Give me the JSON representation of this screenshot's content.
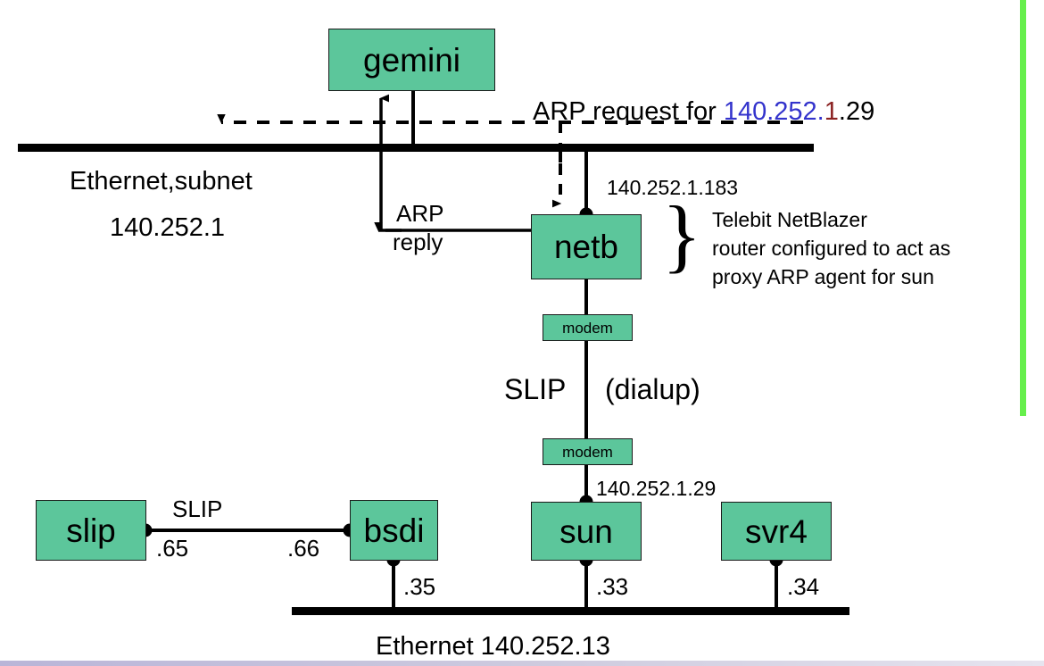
{
  "diagram": {
    "title_implied": "Proxy ARP network topology",
    "colors": {
      "host_fill": "#5cc69b",
      "line": "#000000",
      "accent_blue": "#3333cc",
      "accent_darkred": "#8b2222",
      "green_rule": "#66ef4c",
      "bottom_band": "#b9b5d8"
    },
    "hosts": [
      {
        "id": "gemini",
        "label": "gemini"
      },
      {
        "id": "netb",
        "label": "netb"
      },
      {
        "id": "slip",
        "label": "slip"
      },
      {
        "id": "bsdi",
        "label": "bsdi"
      },
      {
        "id": "sun",
        "label": "sun"
      },
      {
        "id": "svr4",
        "label": "svr4"
      }
    ],
    "modems": [
      {
        "id": "modem-top",
        "label": "modem"
      },
      {
        "id": "modem-bottom",
        "label": "modem"
      }
    ],
    "messages": {
      "arp_request": {
        "prefix": "ARP request for ",
        "ip_blue": "140.252.",
        "ip_darkred": "1",
        "ip_black": ".29"
      },
      "arp_reply_line1": "ARP",
      "arp_reply_line2": "reply"
    },
    "networks": {
      "top_bus_line1": "Ethernet,subnet",
      "top_bus_line2": "140.252.1",
      "bottom_bus_label": "Ethernet 140.252.13"
    },
    "link_labels": {
      "slip_link": "SLIP",
      "slip_dialup_left": "SLIP",
      "slip_dialup_right": "(dialup)"
    },
    "addresses": {
      "netb_top": "140.252.1.183",
      "sun_top": "140.252.1.29",
      "slip_port": ".65",
      "bsdi_slip_port": ".66",
      "bsdi_eth": ".35",
      "sun_eth": ".33",
      "svr4_eth": ".34"
    },
    "annotation": {
      "line1": "Telebit NetBlazer",
      "line2": "router configured to act as",
      "line3": "proxy ARP agent for sun"
    }
  }
}
